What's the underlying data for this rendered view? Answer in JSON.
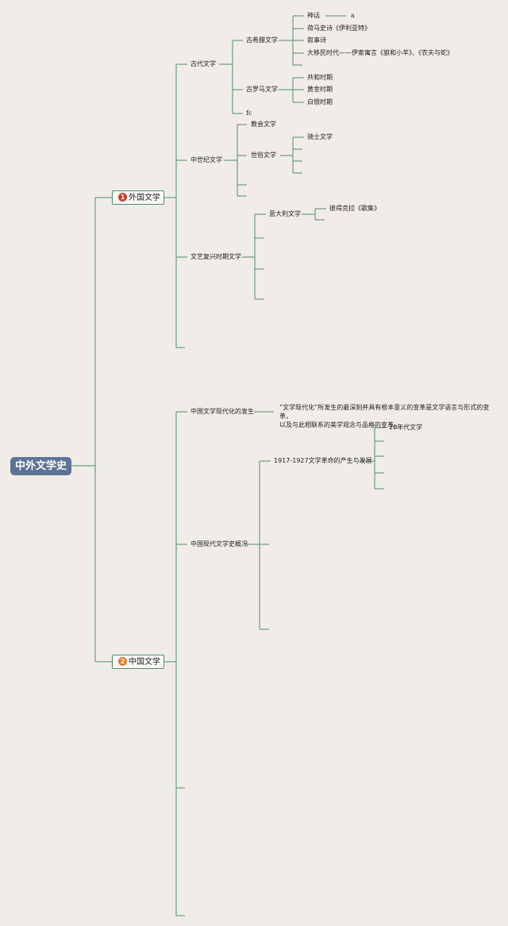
{
  "root": {
    "title": "中外文学史"
  },
  "branch1": {
    "badge": "1",
    "label": "外国文学",
    "badge_color": "#c8402c"
  },
  "branch2": {
    "badge": "2",
    "label": "中国文学",
    "badge_color": "#e07a2a"
  },
  "foreign": {
    "ancient": {
      "label": "古代文学",
      "greek": {
        "label": "古希腊文学",
        "items": [
          "神话",
          "荷马史诗《伊利亚特》",
          "叙事诗",
          "大移民时代——伊索寓言《狼和小羊》、《农夫与蛇》"
        ],
        "myth_note": "a"
      },
      "rome": {
        "label": "古罗马文学",
        "items": [
          "共和时期",
          "黄金时期",
          "白银时期"
        ]
      },
      "extra": "fc"
    },
    "medieval": {
      "label": "中世纪文学",
      "church": "教会文学",
      "secular": {
        "label": "世俗文学",
        "items": [
          "骑士文学"
        ]
      }
    },
    "renaissance": {
      "label": "文艺复兴时期文学",
      "italy": {
        "label": "意大利文学",
        "items": [
          "彼得克拉《歌集》"
        ]
      }
    }
  },
  "chinese": {
    "modernization": {
      "label": "中国文学现代化的发生",
      "note_line1": "“文学现代化”所发生的最深刻并具有根本意义的变革是文学语言与形式的变革，",
      "note_line2": "以及与此相联系的美学观念与品格的变革。"
    },
    "overview": {
      "label": "中国现代文学史概况",
      "revolution": {
        "label": "1917-1927文学革命的产生与发展",
        "items": [
          "20年代文学"
        ]
      }
    }
  },
  "colors": {
    "line": "#4f8e6c",
    "root_bg": "#5d7396",
    "background": "#f1ece7"
  }
}
